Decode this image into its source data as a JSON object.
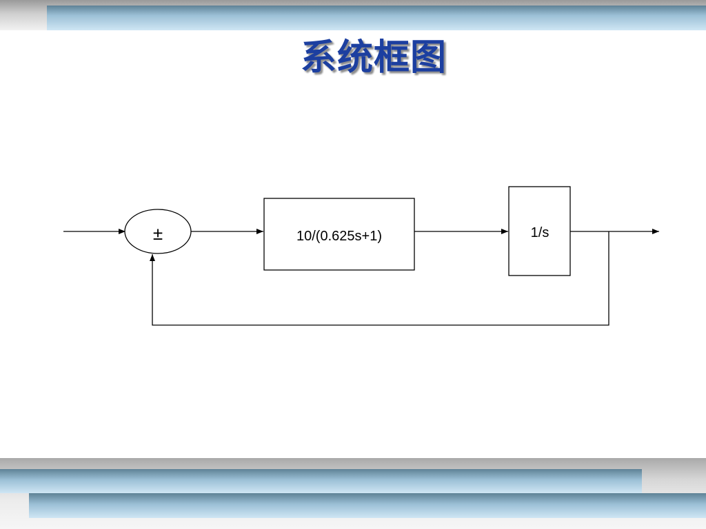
{
  "title": "系统框图",
  "diagram": {
    "summing_junction_sign": "±",
    "block_1_label": "10/(0.625s+1)",
    "block_2_label": "1/s"
  }
}
